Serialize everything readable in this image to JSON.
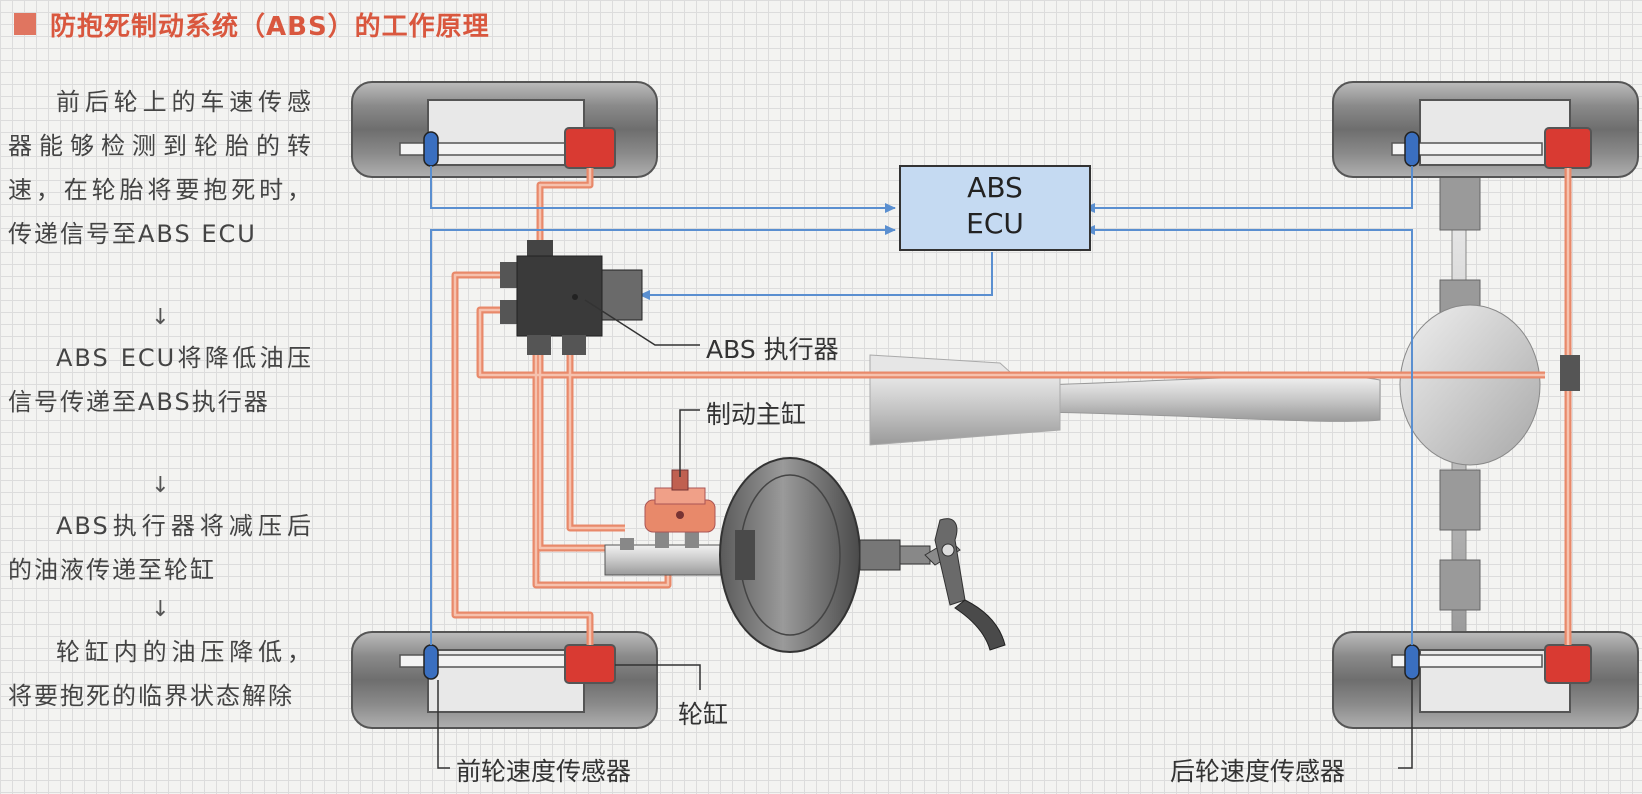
{
  "title": "防抱死制动系统（ABS）的工作原理",
  "steps": [
    "前后轮上的车速传感器能够检测到轮胎的转速，在轮胎将要抱死时，传递信号至ABS ECU",
    "ABS ECU将降低油压信号传递至ABS执行器",
    "ABS执行器将减压后的油液传递至轮缸",
    "轮缸内的油压降低，将要抱死的临界状态解除"
  ],
  "arrow_glyph": "↓",
  "labels": {
    "ecu_line1": "ABS",
    "ecu_line2": "ECU",
    "actuator": "ABS 执行器",
    "master_cylinder": "制动主缸",
    "wheel_cylinder": "轮缸",
    "front_sensor": "前轮速度传感器",
    "rear_sensor": "后轮速度传感器"
  },
  "colors": {
    "title": "#d9573e",
    "brake_line": "#e8896a",
    "signal_line": "#5a8fd0",
    "ecu_fill": "#c5daf2",
    "wheel_cylinder": "#d93a32",
    "sensor": "#3a6fc0"
  }
}
